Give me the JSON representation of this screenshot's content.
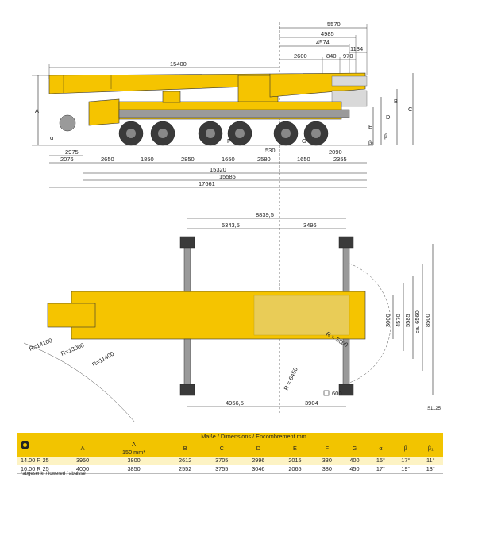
{
  "side_view": {
    "top_dims": [
      "5570",
      "4985",
      "4574",
      "1134",
      "2600",
      "840",
      "970"
    ],
    "boom_length": "15400",
    "height_labels": [
      "A",
      "B",
      "C",
      "D",
      "E",
      "F",
      "G"
    ],
    "angle_labels": [
      "α",
      "β",
      "β₁"
    ],
    "small_dims": [
      "2975",
      "530",
      "2090"
    ],
    "axle_dims": [
      "2076",
      "2650",
      "1850",
      "2850",
      "1650",
      "2580",
      "1650",
      "2355"
    ],
    "overall_dims": [
      "15320",
      "15585",
      "17661"
    ]
  },
  "top_view": {
    "outrigger_top": [
      "8839,5",
      "5343,5",
      "3496"
    ],
    "outrigger_bottom": [
      "4956,5",
      "3904"
    ],
    "side_dims": [
      "3000",
      "4570",
      "5585",
      "ca. 6560",
      "8500"
    ],
    "radii": [
      "R=14100",
      "R=13000",
      "R=11400",
      "R = 6450",
      "R = 5600"
    ],
    "pad": "600",
    "code": "S1125"
  },
  "table": {
    "title": "Maße / Dimensions / Encombrement mm",
    "columns": [
      "A",
      "A",
      "B",
      "C",
      "D",
      "E",
      "F",
      "G",
      "α",
      "β",
      "β₁"
    ],
    "col_sub": "150 mm*",
    "rows": [
      {
        "tyre": "14.00 R 25",
        "values": [
          "3950",
          "3800",
          "2612",
          "3705",
          "2996",
          "2015",
          "330",
          "400",
          "15°",
          "17°",
          "11°"
        ]
      },
      {
        "tyre": "16.00 R 25",
        "values": [
          "4000",
          "3850",
          "2552",
          "3755",
          "3046",
          "2065",
          "380",
          "450",
          "17°",
          "19°",
          "13°"
        ]
      }
    ],
    "footnote": "*abgesenkt / lowered / abaissé"
  }
}
